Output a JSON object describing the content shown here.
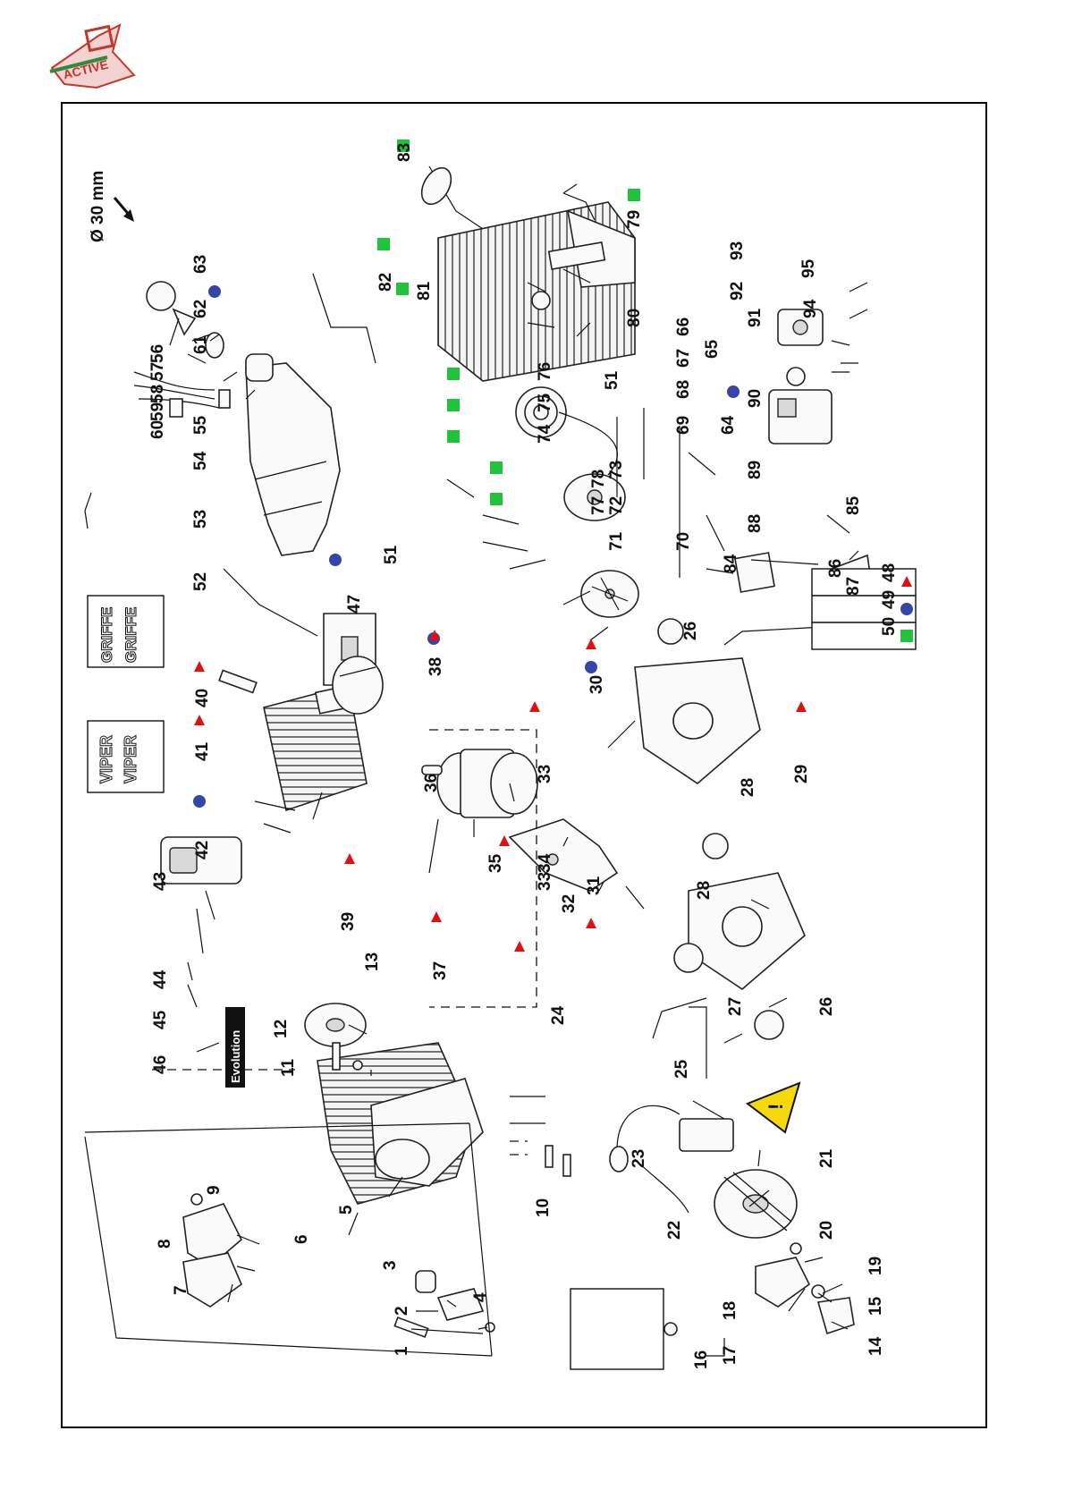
{
  "logo": {
    "text": "ACTIVE"
  },
  "size_note": "Ø 30 mm",
  "legend": [
    {
      "marker": "triangle",
      "color": "#e01010",
      "ref": "48"
    },
    {
      "marker": "circle",
      "color": "#3447a8",
      "ref": "49"
    },
    {
      "marker": "square",
      "color": "#21c33a",
      "ref": "50"
    }
  ],
  "decals": {
    "viper": "VIPER",
    "griffe": "GRIFFE",
    "evolution": "Evolution"
  },
  "parts": [
    "1",
    "2",
    "3",
    "4",
    "5",
    "6",
    "7",
    "8",
    "9",
    "10",
    "11",
    "12",
    "13",
    "14",
    "15",
    "16",
    "17",
    "18",
    "19",
    "20",
    "21",
    "22",
    "23",
    "24",
    "25",
    "26",
    "26",
    "27",
    "28",
    "28",
    "29",
    "30",
    "31",
    "32",
    "33",
    "33",
    "34",
    "35",
    "36",
    "37",
    "38",
    "39",
    "40",
    "41",
    "42",
    "43",
    "44",
    "45",
    "46",
    "47",
    "51",
    "51",
    "52",
    "53",
    "54",
    "55",
    "56",
    "57",
    "58",
    "59",
    "60",
    "61",
    "62",
    "63",
    "64",
    "65",
    "66",
    "67",
    "68",
    "69",
    "70",
    "71",
    "72",
    "73",
    "74",
    "75",
    "76",
    "77",
    "78",
    "79",
    "80",
    "81",
    "82",
    "83",
    "84",
    "85",
    "86",
    "87",
    "88",
    "89",
    "90",
    "91",
    "92",
    "93",
    "94",
    "95"
  ]
}
